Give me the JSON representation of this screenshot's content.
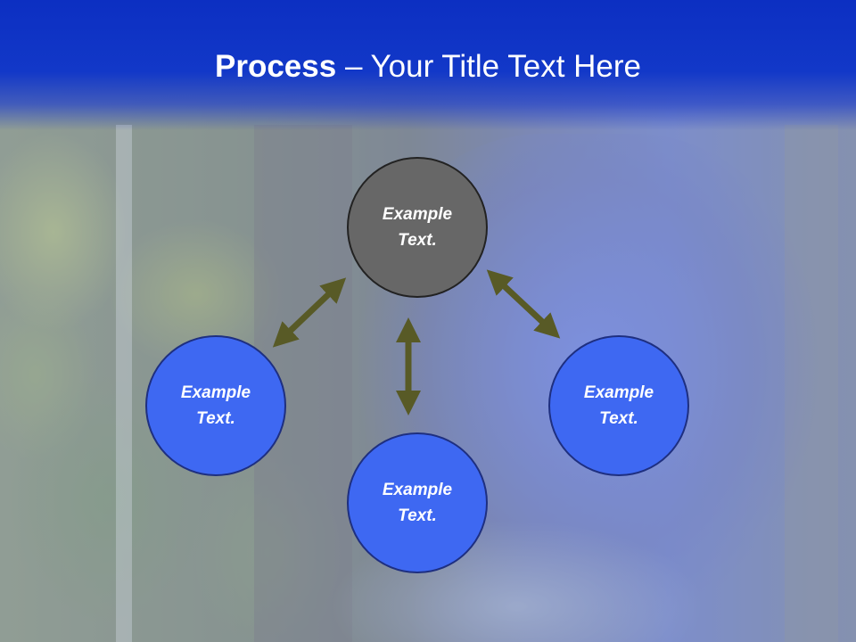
{
  "title": {
    "bold": "Process",
    "rest": " – Your Title Text Here"
  },
  "diagram": {
    "nodes": [
      {
        "id": "top",
        "line1": "Example",
        "line2": "Text.",
        "color": "#676767"
      },
      {
        "id": "left",
        "line1": "Example",
        "line2": "Text.",
        "color": "#3e68f2"
      },
      {
        "id": "right",
        "line1": "Example",
        "line2": "Text.",
        "color": "#3e68f2"
      },
      {
        "id": "bottom",
        "line1": "Example",
        "line2": "Text.",
        "color": "#3e68f2"
      }
    ],
    "connectors": [
      {
        "from": "top",
        "to": "left",
        "style": "double-arrow"
      },
      {
        "from": "top",
        "to": "right",
        "style": "double-arrow"
      },
      {
        "from": "top",
        "to": "bottom",
        "style": "double-arrow"
      }
    ],
    "arrow_color": "#585a26"
  }
}
